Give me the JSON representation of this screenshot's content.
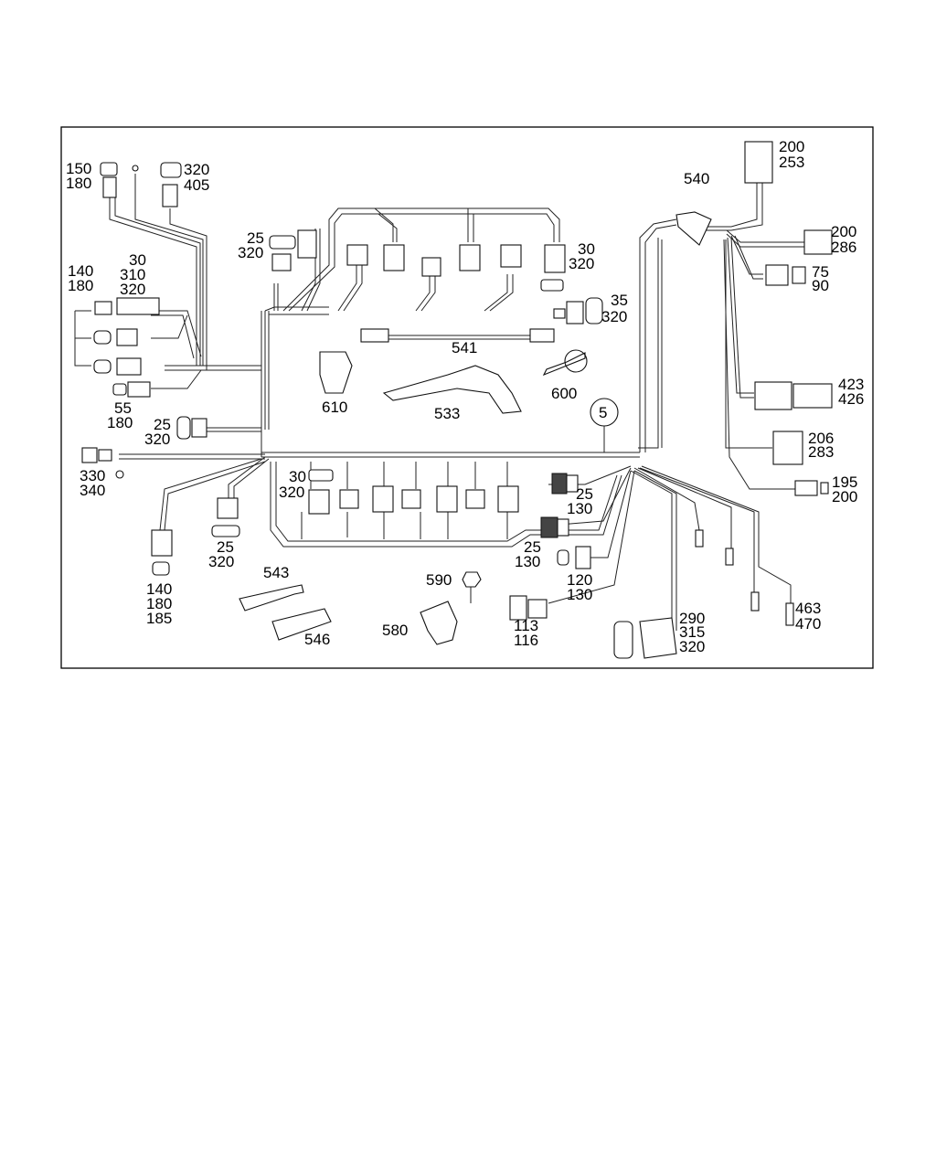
{
  "diagram": {
    "callout": "5",
    "labels": {
      "l150_180": [
        "150",
        "180"
      ],
      "l320_405": [
        "320",
        "405"
      ],
      "l140_180": [
        "140",
        "180"
      ],
      "l30_310_320": [
        "30",
        "310",
        "320"
      ],
      "l55_180": [
        "55",
        "180"
      ],
      "l25_320_a": [
        "25",
        "320"
      ],
      "l25_320_b": [
        "25",
        "320"
      ],
      "l25_320_c": [
        "25",
        "320"
      ],
      "l30_320_top": [
        "30",
        "320"
      ],
      "l35_320": [
        "35",
        "320"
      ],
      "l541": [
        "541"
      ],
      "l610": [
        "610"
      ],
      "l533": [
        "533"
      ],
      "l600": [
        "600"
      ],
      "l540": [
        "540"
      ],
      "l200_253": [
        "200",
        "253"
      ],
      "l200_286": [
        "200",
        "286"
      ],
      "l75_90": [
        "75",
        "90"
      ],
      "l423_426": [
        "423",
        "426"
      ],
      "l206_283": [
        "206",
        "283"
      ],
      "l195_200": [
        "195",
        "200"
      ],
      "l330_340": [
        "330",
        "340"
      ],
      "l140_180_185": [
        "140",
        "180",
        "185"
      ],
      "l30_320_bot": [
        "30",
        "320"
      ],
      "l25_130_a": [
        "25",
        "130"
      ],
      "l25_130_b": [
        "25",
        "130"
      ],
      "l120_130": [
        "120",
        "130"
      ],
      "l113_116": [
        "113",
        "116"
      ],
      "l290_315_320": [
        "290",
        "315",
        "320"
      ],
      "l463_470": [
        "463",
        "470"
      ],
      "l543": [
        "543"
      ],
      "l546": [
        "546"
      ],
      "l590": [
        "590"
      ],
      "l580": [
        "580"
      ]
    }
  }
}
